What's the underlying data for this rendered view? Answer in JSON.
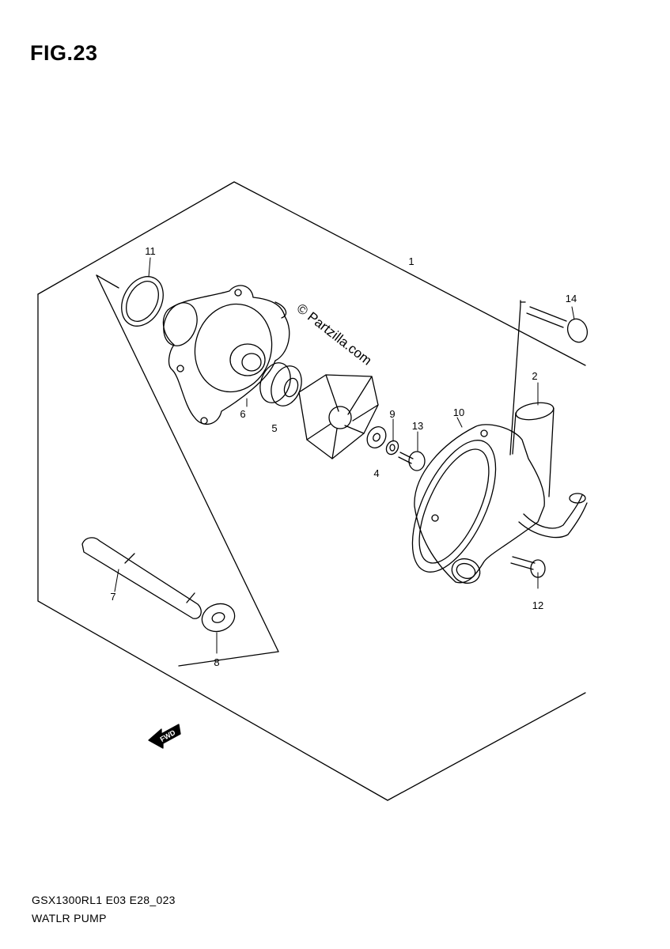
{
  "figure": {
    "title": "FIG.23"
  },
  "watermark": "© Partzilla.com",
  "fwd_arrow_label": "FWD",
  "callouts": {
    "c1": "1",
    "c2": "2",
    "c4": "4",
    "c5": "5",
    "c6": "6",
    "c7": "7",
    "c8": "8",
    "c9": "9",
    "c10": "10",
    "c11": "11",
    "c12": "12",
    "c13": "13",
    "c14": "14"
  },
  "footer": {
    "model_code": "GSX1300RL1 E03 E28_023",
    "part_name": "WATLR PUMP"
  }
}
